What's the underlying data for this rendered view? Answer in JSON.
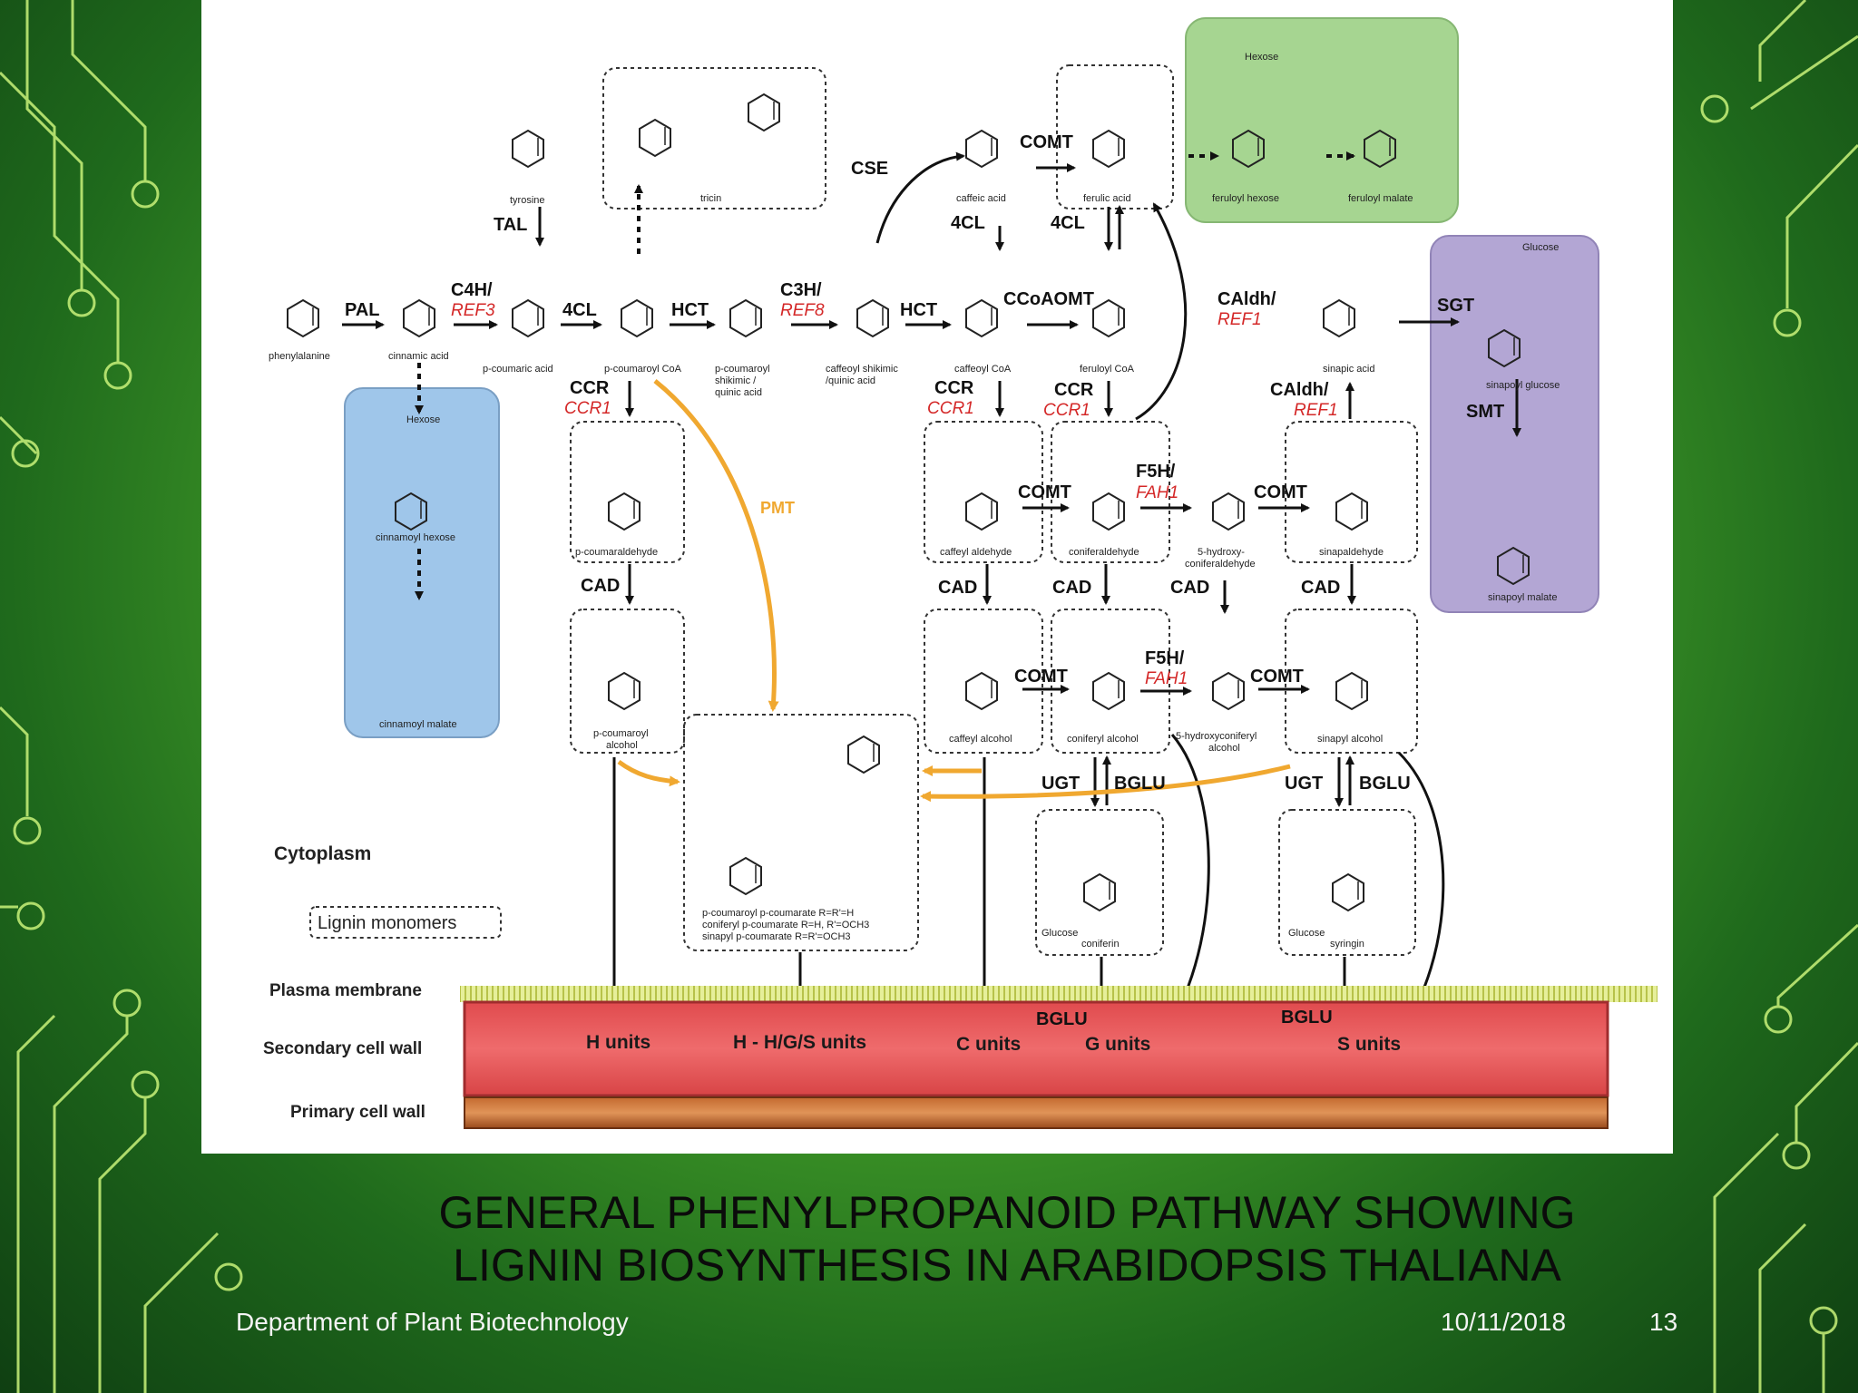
{
  "colors": {
    "accent_orange": "#f0a830",
    "gene_red": "#d42828",
    "wall_red": "#e8575a",
    "blue_box": "#9fc6ea",
    "green_box": "#a6d591",
    "purple_box": "#b3a6d4"
  },
  "slide": {
    "title_line1": "GENERAL PHENYLPROPANOID PATHWAY SHOWING",
    "title_line2": "LIGNIN BIOSYNTHESIS IN ARABIDOPSIS THALIANA",
    "footer_dept": "Department of Plant Biotechnology",
    "footer_date": "10/11/2018",
    "page_number": "13"
  },
  "diagram": {
    "enzymes": {
      "pal": "PAL",
      "c4h": "C4H/",
      "tal": "TAL",
      "fourcl_a": "4CL",
      "fourcl_b": "4CL",
      "fourcl_c": "4CL",
      "hct_a": "HCT",
      "hct_b": "HCT",
      "c3h": "C3H/",
      "cse": "CSE",
      "comt_top": "COMT",
      "ccoaomt": "CCoAOMT",
      "caldh_a": "CAldh/",
      "caldh_b": "CAldh/",
      "sgt": "SGT",
      "smt": "SMT",
      "ccr_a": "CCR",
      "ccr_b": "CCR",
      "ccr_c": "CCR",
      "pmt": "PMT",
      "comt_mid": "COMT",
      "f5h_mid": "F5H/",
      "comt_mid2": "COMT",
      "cad_a": "CAD",
      "cad_b": "CAD",
      "cad_c": "CAD",
      "cad_d": "CAD",
      "cad_e": "CAD",
      "comt_low": "COMT",
      "f5h_low": "F5H/",
      "comt_low2": "COMT",
      "ugt_a": "UGT",
      "bglu_a": "BGLU",
      "ugt_b": "UGT",
      "bglu_b": "BGLU",
      "bglu_c": "BGLU",
      "bglu_d": "BGLU"
    },
    "genes": {
      "ref3": "REF3",
      "ref8": "REF8",
      "ccr1_a": "CCR1",
      "ccr1_b": "CCR1",
      "ccr1_c": "CCR1",
      "ref1_a": "REF1",
      "ref1_b": "REF1",
      "fah1_a": "FAH1",
      "fah1_b": "FAH1"
    },
    "compounds": {
      "phenylalanine": "phenylalanine",
      "cinnamic": "cinnamic acid",
      "pcoumaric": "p-coumaric acid",
      "pcoumaroylcoa": "p-coumaroyl CoA",
      "pcoumaroylshik_1": "p-coumaroyl",
      "pcoumaroylshik_2": "shikimic /",
      "pcoumaroylshik_3": "quinic acid",
      "caffeoylshik_1": "caffeoyl shikimic",
      "caffeoylshik_2": "/quinic acid",
      "caffeoylcoa": "caffeoyl CoA",
      "feruloylcoa": "feruloyl CoA",
      "caffeic": "caffeic acid",
      "ferulic": "ferulic acid",
      "tyrosine": "tyrosine",
      "tricin": "tricin",
      "feruloylhexose": "feruloyl hexose",
      "feruloylmalate": "feruloyl malate",
      "sinapic": "sinapic acid",
      "sinapoylglucose": "sinapoyl glucose",
      "sinapoylmalate": "sinapoyl malate",
      "cinnamoylhexose": "cinnamoyl hexose",
      "cinnamoylmalate": "cinnamoyl malate",
      "pcoumaraldehyde": "p-coumaraldehyde",
      "caffeylald": "caffeyl aldehyde",
      "coniferald": "coniferaldehyde",
      "hydroxyconiferald_1": "5-hydroxy-",
      "hydroxyconiferald_2": "coniferaldehyde",
      "sinapald": "sinapaldehyde",
      "pcoumaroylalc_1": "p-coumaroyl",
      "pcoumaroylalc_2": "alcohol",
      "caffeylalc": "caffeyl alcohol",
      "coniferylalc": "coniferyl alcohol",
      "hydroxyconiferylalc_1": "5-hydroxyconiferyl",
      "hydroxyconiferylalc_2": "alcohol",
      "sinapylalc": "sinapyl alcohol",
      "coniferin": "coniferin",
      "syringin": "syringin",
      "pcoum_1": "p-coumaroyl p-coumarate R=R'=H",
      "pcoum_2": "coniferyl p-coumarate R=H, R'=OCH3",
      "pcoum_3": "sinapyl p-coumarate R=R'=OCH3",
      "hexose": "Hexose",
      "glucose": "Glucose"
    },
    "layers": {
      "cytoplasm": "Cytoplasm",
      "monomers": "Lignin monomers",
      "membrane": "Plasma membrane",
      "secondary": "Secondary cell wall",
      "primary": "Primary cell wall"
    },
    "units": {
      "h": "H units",
      "hgs": "H - H/G/S units",
      "c": "C units",
      "g": "G units",
      "s": "S units"
    }
  }
}
